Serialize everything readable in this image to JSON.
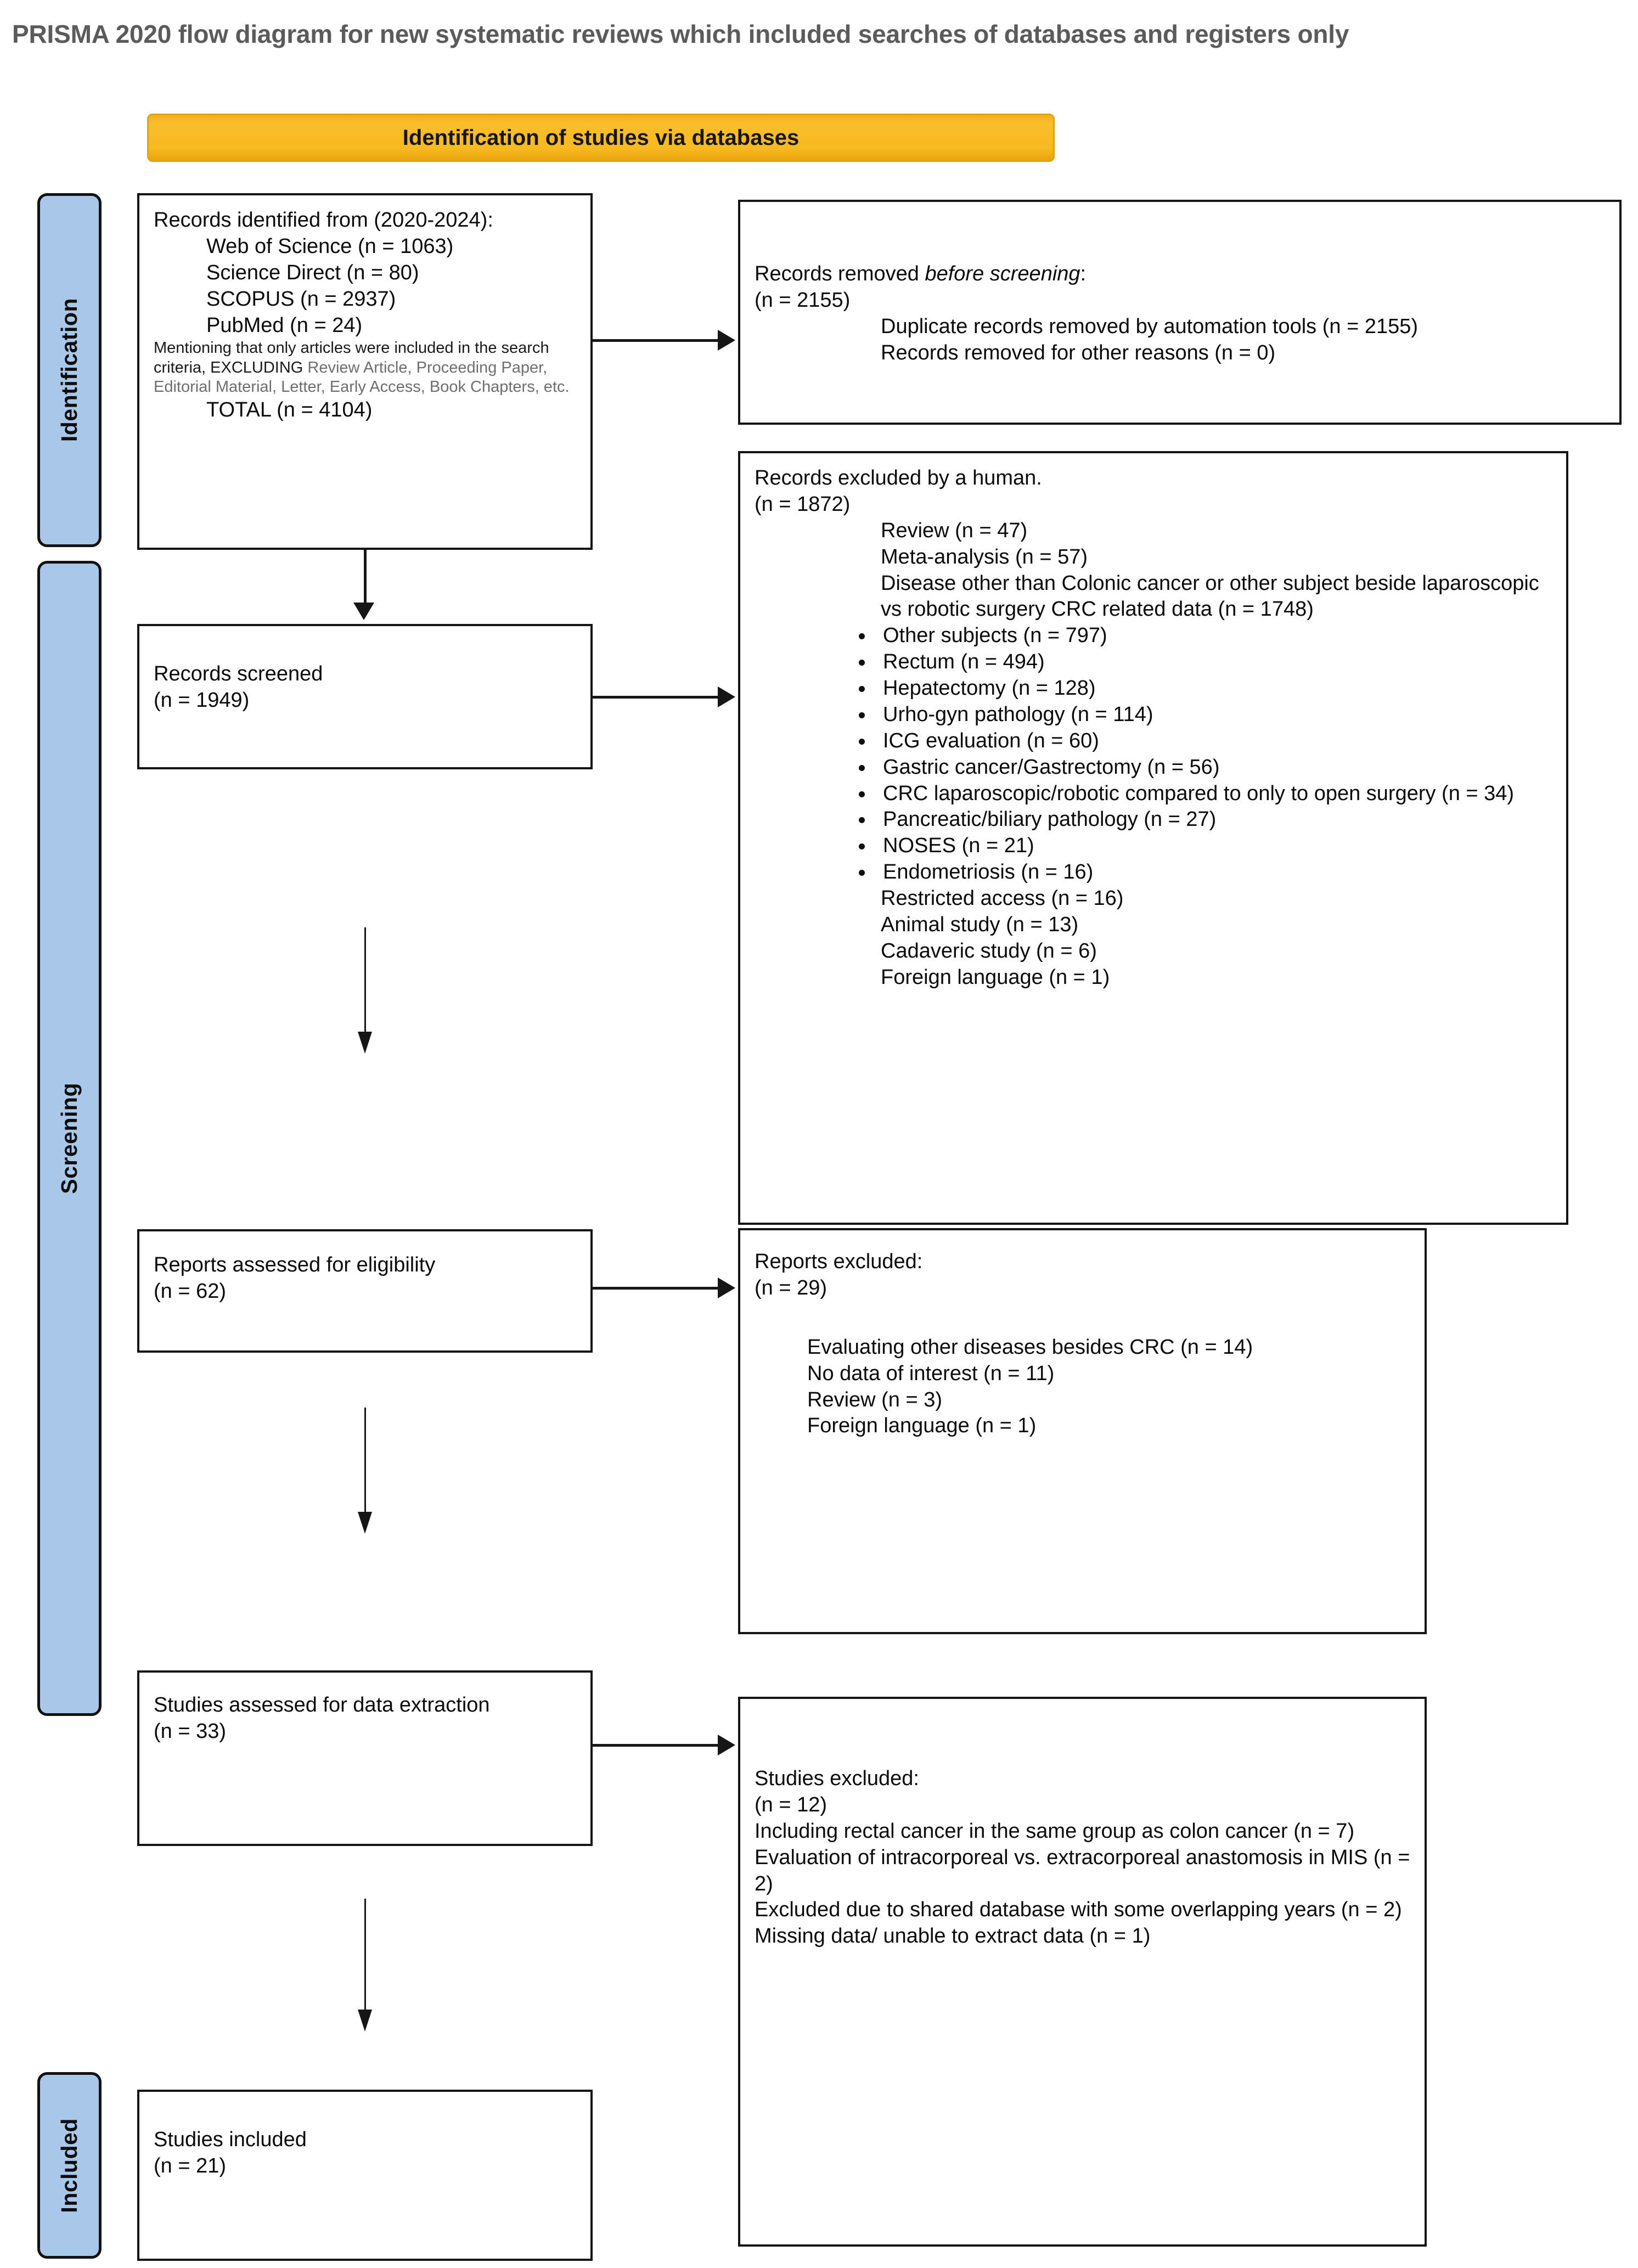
{
  "title": "PRISMA 2020 flow diagram for new systematic reviews which included searches of databases and registers only",
  "banner": {
    "label": "Identification of studies via databases",
    "color": "#F7B81F"
  },
  "stages": {
    "identification": "Identification",
    "screening": "Screening",
    "included": "Included",
    "color": "#A9C7E8"
  },
  "boxes": {
    "identified": {
      "heading": "Records identified from (2020-2024):",
      "sources": [
        "Web of Science (n = 1063)",
        "Science Direct (n = 80)",
        "SCOPUS (n = 2937)",
        "PubMed (n = 24)"
      ],
      "note_strong": "Mentioning that only articles were included in the search criteria, EXCLUDING",
      "note_faded": "Review Article, Proceeding Paper, Editorial Material, Letter, Early Access, Book Chapters, etc.",
      "total": "TOTAL (n = 4104)"
    },
    "removed_before_screening": {
      "heading": "Records removed",
      "heading_italic": "before screening",
      "heading_tail": ":",
      "count": "(n = 2155)",
      "items": [
        "Duplicate records removed by automation tools (n = 2155)",
        "Records removed for other reasons (n = 0)"
      ]
    },
    "records_screened": {
      "heading": "Records screened",
      "count": "(n = 1949)"
    },
    "excluded_by_human": {
      "heading": "Records excluded by a human.",
      "count": "(n = 1872)",
      "reasons": [
        "Review (n = 47)",
        "Meta-analysis (n = 57)",
        "Disease other than Colonic cancer or other subject beside laparoscopic vs robotic surgery CRC related data (n = 1748)"
      ],
      "bullets": [
        "Other subjects (n = 797)",
        "Rectum (n = 494)",
        "Hepatectomy (n = 128)",
        "Urho-gyn pathology (n = 114)",
        "ICG evaluation (n = 60)",
        "Gastric cancer/Gastrectomy (n = 56)",
        "CRC laparoscopic/robotic compared to only to open surgery (n = 34)",
        "Pancreatic/biliary pathology (n = 27)",
        "NOSES (n = 21)",
        "Endometriosis (n = 16)"
      ],
      "tail": [
        "Restricted access (n = 16)",
        "Animal study (n = 13)",
        "Cadaveric study (n = 6)",
        "Foreign language (n = 1)"
      ]
    },
    "reports_eligibility": {
      "heading": "Reports assessed for eligibility",
      "count": "(n = 62)"
    },
    "reports_excluded": {
      "heading": "Reports excluded:",
      "count": "(n = 29)",
      "reasons": [
        "Evaluating other diseases besides CRC (n = 14)",
        "No data of interest (n  = 11)",
        "Review (n = 3)",
        "Foreign language (n = 1)"
      ]
    },
    "studies_data_extraction": {
      "heading": "Studies assessed for data extraction",
      "count": "(n = 33)"
    },
    "studies_excluded": {
      "heading": "Studies excluded:",
      "count": "(n = 12)",
      "reasons": [
        "Including rectal cancer in the same group as colon cancer (n = 7)",
        "Evaluation of intracorporeal vs. extracorporeal anastomosis in MIS (n = 2)",
        "Excluded due to shared database with some overlapping years (n = 2)",
        "Missing data/ unable to extract data (n = 1)"
      ]
    },
    "studies_included": {
      "heading": "Studies included",
      "count": "(n = 21)"
    }
  }
}
